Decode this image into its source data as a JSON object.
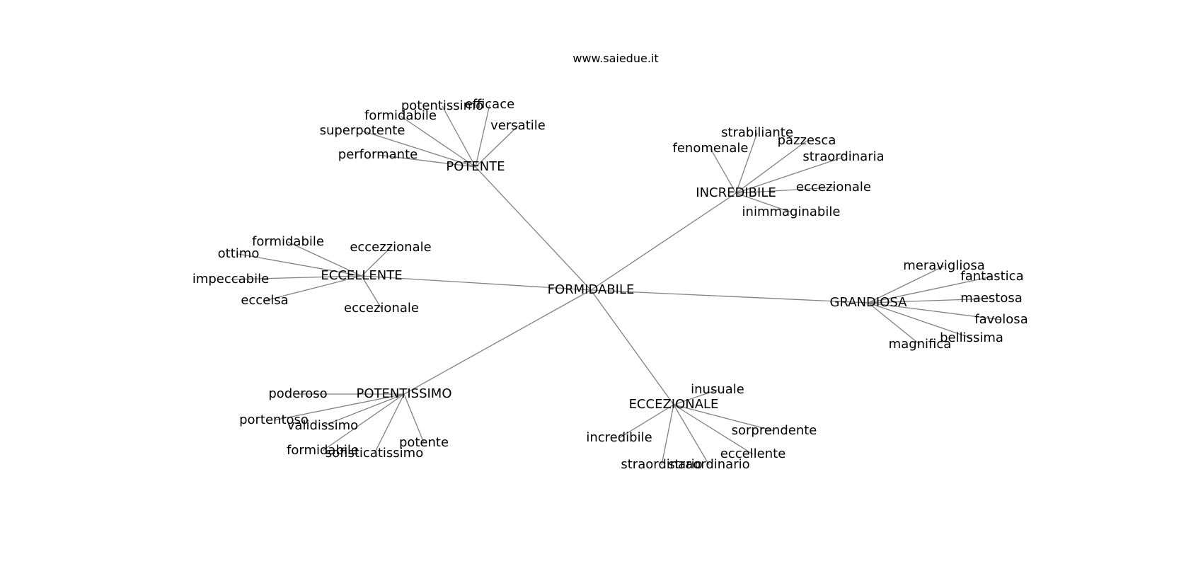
{
  "header": {
    "text": "www.saiedue.it"
  },
  "graph": {
    "center": "FORMIDABILE",
    "clusters": [
      {
        "hub": "POTENTE",
        "leaves": [
          "potentissimo",
          "efficace",
          "formidabile",
          "versatile",
          "superpotente",
          "performante"
        ]
      },
      {
        "hub": "INCREDIBILE",
        "leaves": [
          "strabiliante",
          "fenomenale",
          "pazzesca",
          "straordinaria",
          "eccezionale",
          "inimmaginabile"
        ]
      },
      {
        "hub": "ECCELLENTE",
        "leaves": [
          "formidabile",
          "ottimo",
          "eccezzionale",
          "impeccabile",
          "eccelsa",
          "eccezionale"
        ]
      },
      {
        "hub": "GRANDIOSA",
        "leaves": [
          "meravigliosa",
          "fantastica",
          "maestosa",
          "favolosa",
          "bellissima",
          "magnifica"
        ]
      },
      {
        "hub": "POTENTISSIMO",
        "leaves": [
          "poderoso",
          "portentoso",
          "validissimo",
          "formidabile",
          "sofisticatissimo",
          "potente"
        ]
      },
      {
        "hub": "ECCEZIONALE",
        "leaves": [
          "inusuale",
          "sorprendente",
          "incredibile",
          "straordinario",
          "straordinario",
          "eccellente"
        ]
      }
    ]
  }
}
